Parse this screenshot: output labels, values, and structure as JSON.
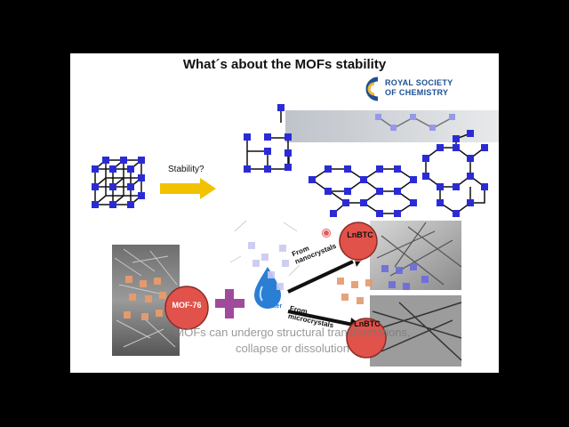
{
  "slide": {
    "title": "What´s about the MOFs stability",
    "logo_line1": "ROYAL SOCIETY",
    "logo_line2": "OF CHEMISTRY",
    "stability_label": "Stability?",
    "mof76_label": "MOF-76",
    "lnbtc_label_top": "LnBTC",
    "lnbtc_label_bottom": "LnBTC",
    "water_label": "Water",
    "route_nano_line1": "From",
    "route_nano_line2": "nanocrystals",
    "route_micro_line1": "From",
    "route_micro_line2": "microcrystals",
    "caption_line1": "MOFs can undergo structural transformations,",
    "caption_line2": "collapse or dissolution"
  },
  "colors": {
    "node_blue": "#2b2bd6",
    "arrow_yellow": "#f2c200",
    "mof_red": "#e0524a",
    "plus_purple": "#a04a9b",
    "water_blue": "#2a7ed4",
    "rsc_blue": "#1d4f91"
  },
  "icons": [
    "rsc-logo-icon",
    "water-drop-icon",
    "plus-icon",
    "yellow-arrow-icon"
  ]
}
